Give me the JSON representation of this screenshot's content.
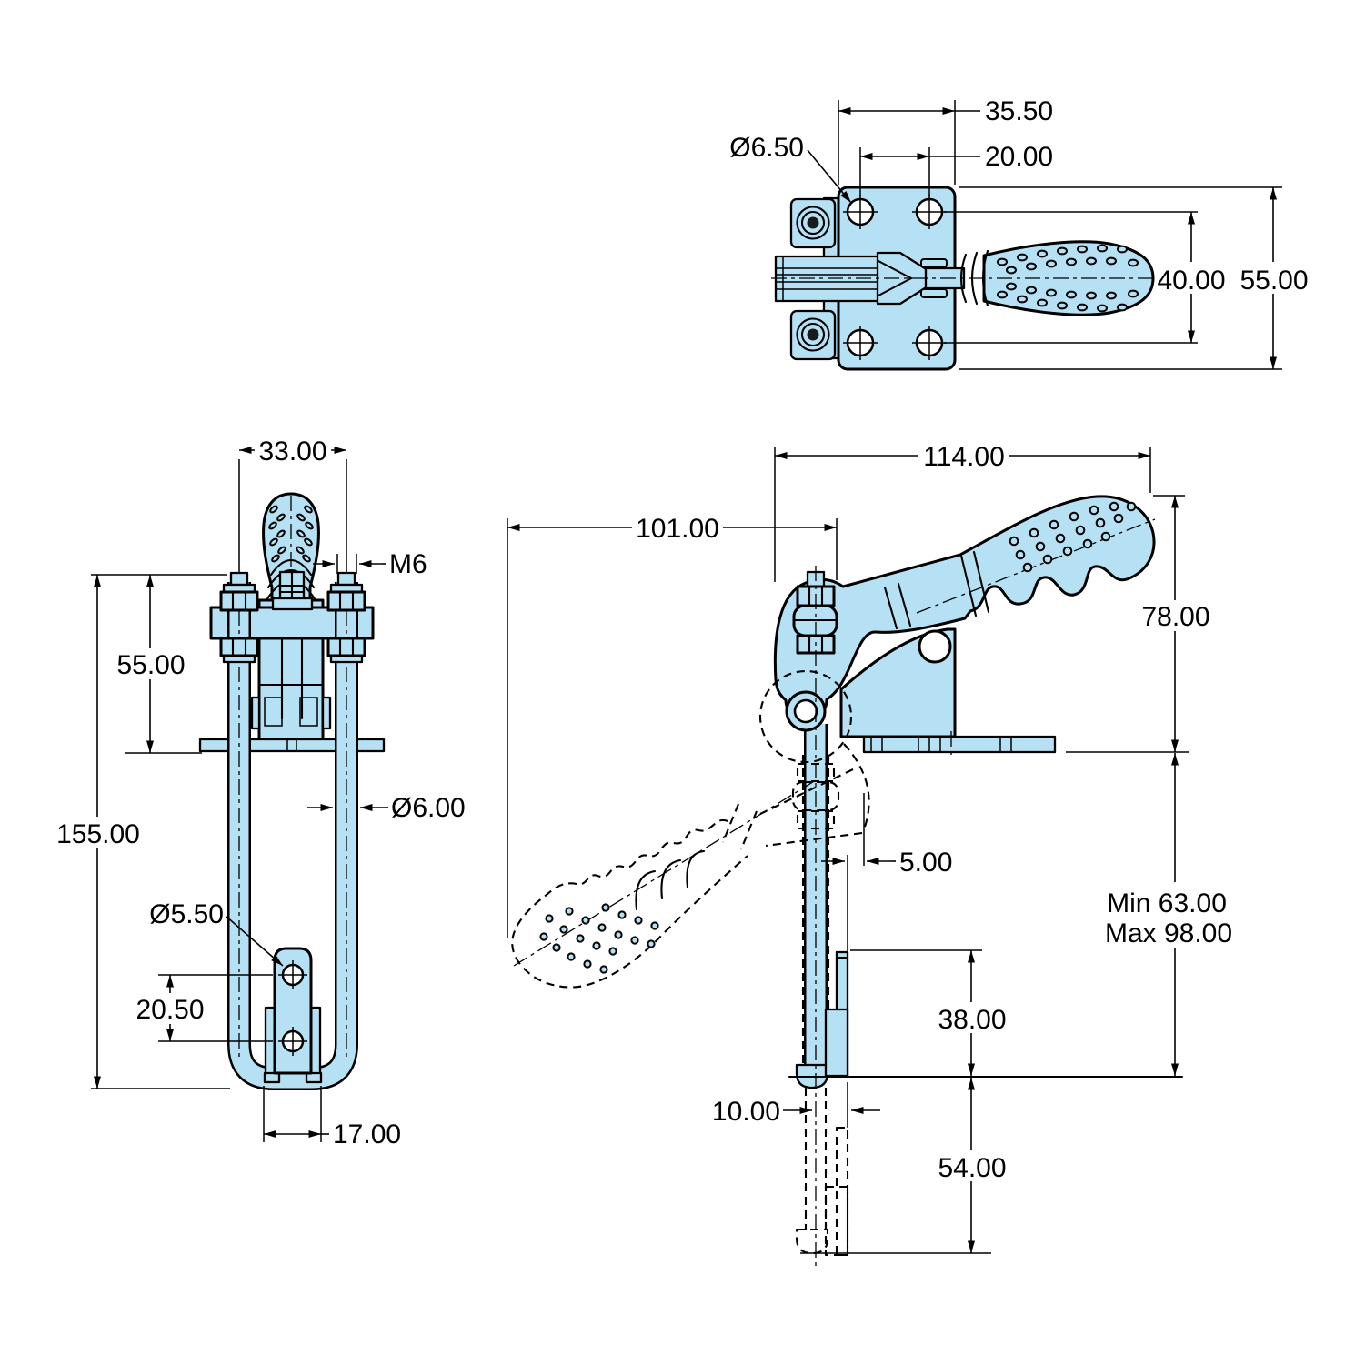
{
  "drawing": {
    "background_color": "#ffffff",
    "part_fill_color": "#b6e0f3",
    "line_color": "#000000",
    "top_view": {
      "plate_width": "35.50",
      "hole_spacing_horizontal": "20.00",
      "mounting_hole_diameter": "Ø6.50",
      "hole_spacing_vertical": "40.00",
      "plate_height": "55.00"
    },
    "front_view": {
      "rod_spacing": "33.00",
      "spindle_thread": "M6",
      "body_height": "55.00",
      "overall_height": "155.00",
      "rod_diameter": "Ø6.00",
      "latch_hole_diameter": "Ø5.50",
      "latch_hole_spacing": "20.50",
      "latch_plate_width": "17.00"
    },
    "side_view": {
      "overall_length": "114.00",
      "handle_reach_open": "101.00",
      "handle_height": "78.00",
      "plate_clearance": "5.00",
      "clamping_range_min": "Min 63.00",
      "clamping_range_max": "Max 98.00",
      "hook_depth": "38.00",
      "hook_offset": "10.00",
      "hook_travel": "54.00"
    }
  }
}
